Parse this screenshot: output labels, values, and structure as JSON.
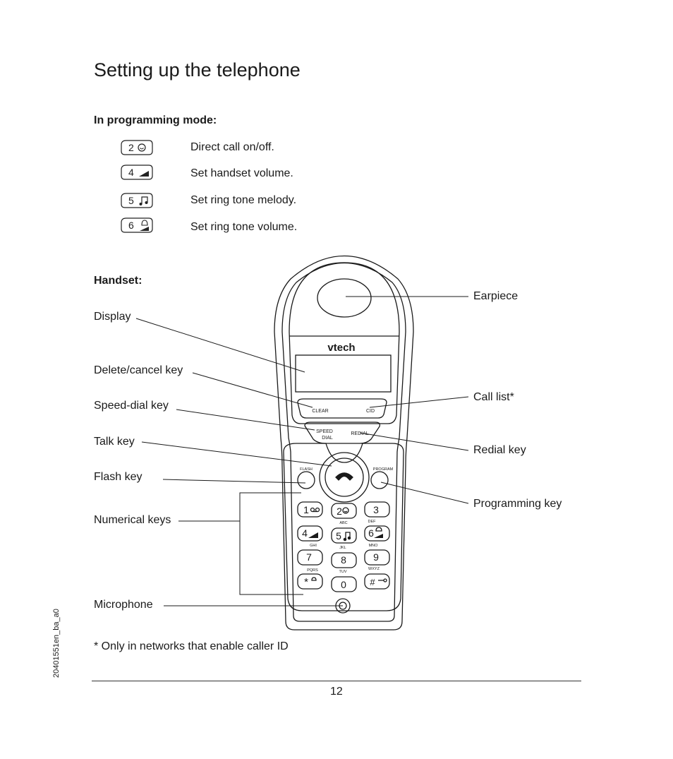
{
  "title": "Setting up the telephone",
  "programming_heading": "In programming mode:",
  "programming_items": [
    {
      "key": "2",
      "icon": "direct-call-icon",
      "description": "Direct call on/off."
    },
    {
      "key": "4",
      "icon": "volume-icon",
      "description": "Set handset volume."
    },
    {
      "key": "5",
      "icon": "music-note-icon",
      "description": "Set ring tone melody."
    },
    {
      "key": "6",
      "icon": "bell-volume-icon",
      "description": "Set ring tone volume."
    }
  ],
  "handset_heading": "Handset:",
  "callouts": {
    "earpiece": "Earpiece",
    "display": "Display",
    "delete_cancel": "Delete/cancel key",
    "call_list": "Call list*",
    "speed_dial": "Speed-dial key",
    "talk": "Talk key",
    "redial": "Redial key",
    "flash": "Flash key",
    "programming": "Programming key",
    "numerical": "Numerical keys",
    "microphone": "Microphone"
  },
  "phone": {
    "brand": "vtech",
    "clear_label": "CLEAR",
    "cid_label": "CID",
    "speed_label_1": "SPEED",
    "speed_label_2": "DIAL",
    "redial_label": "REDIAL",
    "flash_label": "FLASH",
    "program_label": "PROGRAM",
    "keys": [
      "1",
      "2",
      "3",
      "4",
      "5",
      "6",
      "7",
      "8",
      "9",
      "*",
      "0",
      "#"
    ],
    "letters": [
      "ABC",
      "DEF",
      "GHI",
      "JKL",
      "MNO",
      "PQRS",
      "TUV",
      "WXYZ"
    ]
  },
  "footnote": "*  Only in networks that enable caller ID",
  "doc_id": "20401551en_ba_a0",
  "page_number": "12"
}
